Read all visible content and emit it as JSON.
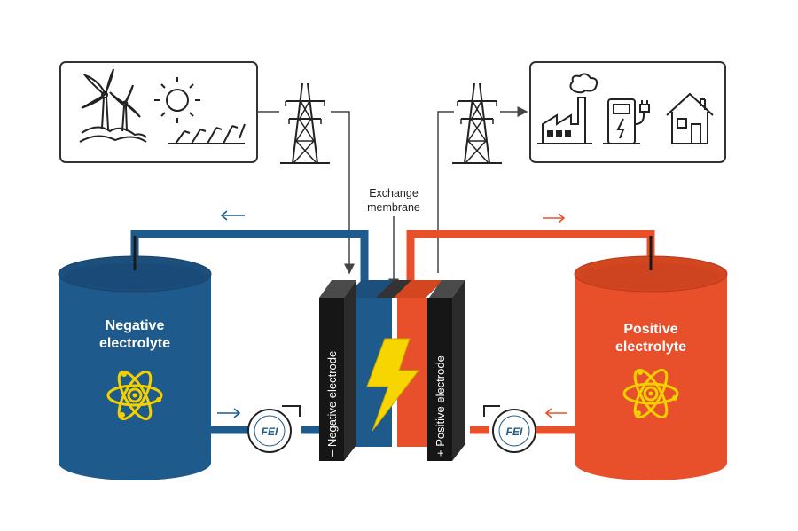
{
  "labels": {
    "membrane_line1": "Exchange",
    "membrane_line2": "membrane",
    "neg_tank_line1": "Negative",
    "neg_tank_line2": "electrolyte",
    "pos_tank_line1": "Positive",
    "pos_tank_line2": "electrolyte",
    "neg_electrode": "– Negative electrode",
    "pos_electrode": "+ Positive electrode",
    "pump_logo": "FEI"
  },
  "icons": {
    "source_box": [
      "wind-turbine-icon",
      "sun-icon",
      "solar-panel-icon"
    ],
    "grid_left": "transmission-tower-icon",
    "grid_right": "transmission-tower-icon",
    "load_box": [
      "factory-icon",
      "ev-charger-icon",
      "house-icon"
    ],
    "tank_symbol": "atom-icon",
    "cell_symbol": "lightning-bolt-icon",
    "pumps": "pump-icon"
  },
  "colors": {
    "negative": "#1f5a8c",
    "negative_dark": "#173f66",
    "positive": "#e8502c",
    "positive_dark": "#b83a1c",
    "electrode": "#1a1a1a",
    "atom": "#f4d000",
    "bolt": "#f6d500",
    "outline": "#222222"
  }
}
